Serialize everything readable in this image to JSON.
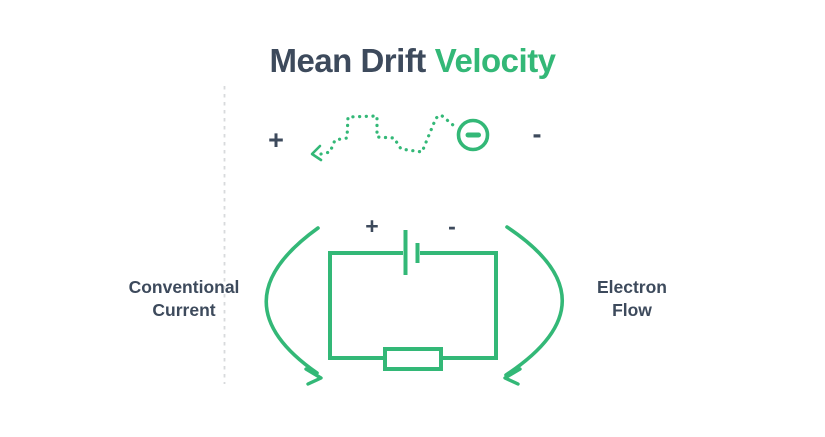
{
  "colors": {
    "navy": "#3d4a5c",
    "green": "#33b877",
    "dash": "#d8dadc",
    "background": "#ffffff"
  },
  "title": {
    "part1": "Mean Drift",
    "part2": "Velocity"
  },
  "drift_region": {
    "positive_sign": "+",
    "negative_sign": "-"
  },
  "battery": {
    "positive_sign": "+",
    "negative_sign": "-"
  },
  "labels": {
    "conventional_current": {
      "line1": "Conventional",
      "line2": "Current"
    },
    "electron_flow": {
      "line1": "Electron",
      "line2": "Flow"
    }
  }
}
